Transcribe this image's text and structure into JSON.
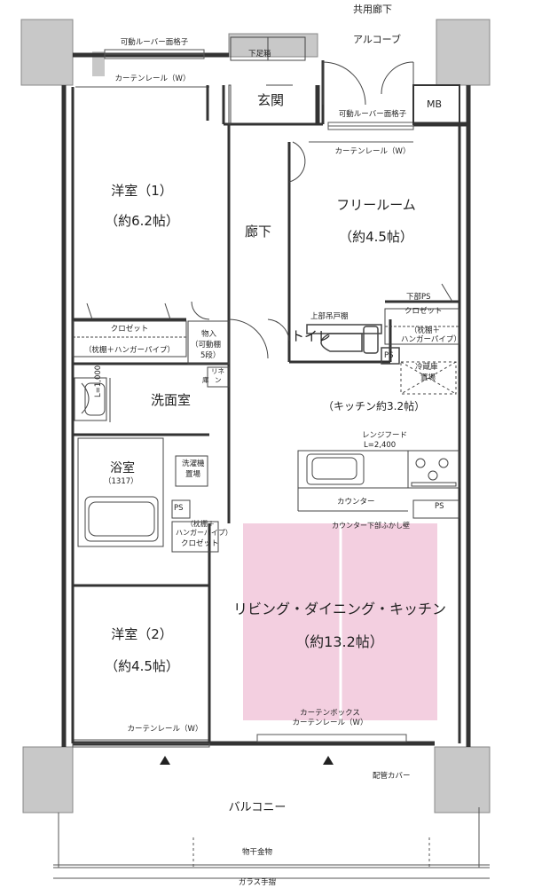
{
  "outside": {
    "corridor": "共用廊下",
    "alcove": "アルコーブ",
    "mb": "MB",
    "balcony": "バルコニー",
    "drying_hardware": "物干金物",
    "glass_rail": "ガラス手摺",
    "pipe_cover": "配管カバー"
  },
  "rooms": {
    "entrance": "玄関",
    "shoe_cabinet": "下足箱",
    "hallway": "廊下",
    "western1_name": "洋室（1）",
    "western1_size": "（約6.2帖）",
    "western2_name": "洋室（2）",
    "western2_size": "（約4.5帖）",
    "free_room_name": "フリールーム",
    "free_room_size": "（約4.5帖）",
    "toilet": "トイレ",
    "upper_cabinet": "上部吊戸棚",
    "washroom": "洗面室",
    "bathroom_name": "浴室",
    "bathroom_size": "（1317）",
    "kitchen": "（キッチン約3.2帖）",
    "ldk_name": "リビング・ダイニング・キッチン",
    "ldk_size": "（約13.2帖）"
  },
  "fixtures": {
    "louver_left": "可動ルーバー面格子",
    "louver_right": "可動ルーバー面格子",
    "curtain_rail_top_left": "カーテンレール（W）",
    "curtain_rail_top_right": "カーテンレール（W）",
    "curtain_rail_bottom_left": "カーテンレール（W）",
    "curtain_box_1": "カーテンボックス",
    "curtain_box_2": "カーテンレール（W）",
    "closet_left": "クロゼット",
    "closet_left_note": "（枕棚＋ハンガーパイプ）",
    "storage_1": "物入",
    "storage_2": "（可動棚",
    "storage_3": "5段）",
    "linen_1": "リネ",
    "linen_2": "ン",
    "linen_3": "庫",
    "mirror_width": "L=1,000",
    "washer_1": "洗濯機",
    "washer_2": "置場",
    "ps_bath": "PS",
    "closet_small_note_1": "（枕棚＋",
    "closet_small_note_2": "ハンガーパイプ）",
    "closet_small": "クロゼット",
    "lower_ps": "下部PS",
    "closet_right": "クロゼット",
    "closet_right_note_1": "（枕棚＋",
    "closet_right_note_2": "ハンガーパイプ）",
    "ps_fridge": "PS",
    "fridge_1": "冷蔵庫",
    "fridge_2": "置場",
    "range_hood_1": "レンジフード",
    "range_hood_2": "L=2,400",
    "counter": "カウンター",
    "ps_kitchen": "PS",
    "counter_wall": "カウンター下部ふかし壁"
  },
  "colors": {
    "ldk_fill": "#f3cfe0",
    "wall": "#333333",
    "column": "#c8c8c8"
  }
}
